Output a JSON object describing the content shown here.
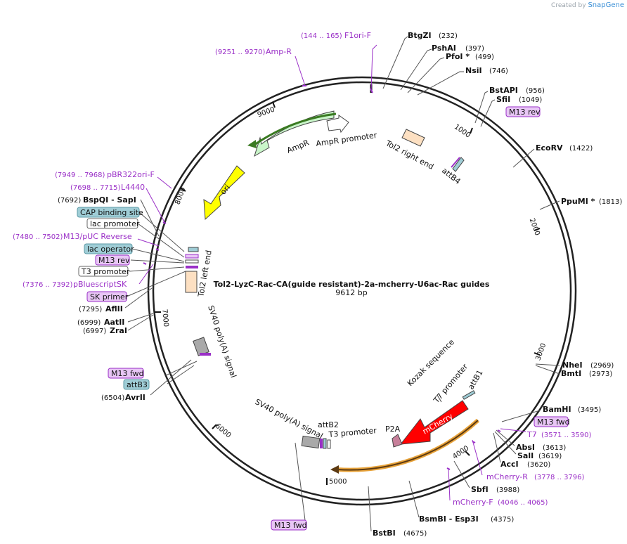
{
  "credit": {
    "prefix": "Created by",
    "brand": "SnapGene"
  },
  "plasmid": {
    "name": "Tol2-LyzC-Rac-CA(guide resistant)-2a-mcherry-U6ac-Rac guides",
    "length": "9612 bp"
  },
  "ticks": [
    "1000",
    "2000",
    "3000",
    "4000",
    "5000",
    "6000",
    "7000",
    "8000",
    "9000"
  ],
  "enzymes": [
    {
      "name": "BtgZI",
      "pos": "(232)"
    },
    {
      "name": "PshAI",
      "pos": "(397)"
    },
    {
      "name": "PfoI *",
      "pos": "(499)"
    },
    {
      "name": "NsiI",
      "pos": "(746)"
    },
    {
      "name": "BstAPI",
      "pos": "(956)"
    },
    {
      "name": "SfiI",
      "pos": "(1049)"
    },
    {
      "name": "EcoRV",
      "pos": "(1422)"
    },
    {
      "name": "PpuMI *",
      "pos": "(1813)"
    },
    {
      "name": "NheI",
      "pos": "(2969)"
    },
    {
      "name": "BmtI",
      "pos": "(2973)"
    },
    {
      "name": "BamHI",
      "pos": "(3495)"
    },
    {
      "name": "AbsI",
      "pos": "(3613)"
    },
    {
      "name": "SalI",
      "pos": "(3619)"
    },
    {
      "name": "AccI",
      "pos": "(3620)"
    },
    {
      "name": "SbfI",
      "pos": "(3988)"
    },
    {
      "name": "BsmBI - Esp3I",
      "pos": "(4375)"
    },
    {
      "name": "BstBI",
      "pos": "(4675)"
    },
    {
      "name": "AvrII",
      "pos": "(6504)"
    },
    {
      "name": "AatII",
      "pos": "(6999)"
    },
    {
      "name": "ZraI",
      "pos": "(6997)"
    },
    {
      "name": "AflII",
      "pos": "(7295)"
    },
    {
      "name": "BspQI - SapI",
      "pos": "(7692)"
    }
  ],
  "primers": [
    {
      "name": "F1ori-F",
      "pos": "(144 .. 165)"
    },
    {
      "name": "Amp-R",
      "pos": "(9251 .. 9270)"
    },
    {
      "name": "pBR322ori-F",
      "pos": "(7949 .. 7968)"
    },
    {
      "name": "L4440",
      "pos": "(7698 .. 7715)"
    },
    {
      "name": "M13/pUC Reverse",
      "pos": "(7480 .. 7502)"
    },
    {
      "name": "pBluescriptSK",
      "pos": "(7376 .. 7392)"
    },
    {
      "name": "T7",
      "pos": "(3571 .. 3590)"
    },
    {
      "name": "mCherry-R",
      "pos": "(3778 .. 3796)"
    },
    {
      "name": "mCherry-F",
      "pos": "(4046 .. 4065)"
    }
  ],
  "tags": [
    {
      "name": "M13 rev",
      "kind": "primer"
    },
    {
      "name": "CAP binding site",
      "kind": "protein-bind"
    },
    {
      "name": "lac promoter",
      "kind": "promoter"
    },
    {
      "name": "lac operator",
      "kind": "protein-bind"
    },
    {
      "name": "M13 rev",
      "kind": "primer"
    },
    {
      "name": "T3 promoter",
      "kind": "promoter"
    },
    {
      "name": "SK primer",
      "kind": "primer"
    },
    {
      "name": "M13 fwd",
      "kind": "primer"
    },
    {
      "name": "attB3",
      "kind": "protein-bind"
    },
    {
      "name": "M13 fwd",
      "kind": "primer"
    },
    {
      "name": "M13 fwd",
      "kind": "primer"
    }
  ],
  "features": {
    "ampr": "AmpR",
    "ampr_promoter": "AmpR promoter",
    "tol2_right": "Tol2 right end",
    "attb4": "attB4",
    "ori": "ori",
    "tol2_left": "Tol2 left end",
    "sv40_left": "SV40 poly(A) signal",
    "kozak": "Kozak sequence",
    "t7_promoter": "T7 promoter",
    "attb1": "attB1",
    "mcherry": "mCherry",
    "p2a": "P2A",
    "sv40_bottom": "SV40 poly(A) signal",
    "attb2": "attB2",
    "t3_promoter": "T3 promoter"
  },
  "colors": {
    "backbone": "#222222",
    "primer": "#9a2fc7",
    "primer_fill": "#e8c6f5",
    "bind_fill": "#9fcdd6",
    "ampr": "#c9f5c9",
    "ori": "#ffff00",
    "mcherry": "#ff0000",
    "tol2": "#fde0c2",
    "sv40": "#a9a9a9",
    "p2a": "#c77f9a"
  }
}
